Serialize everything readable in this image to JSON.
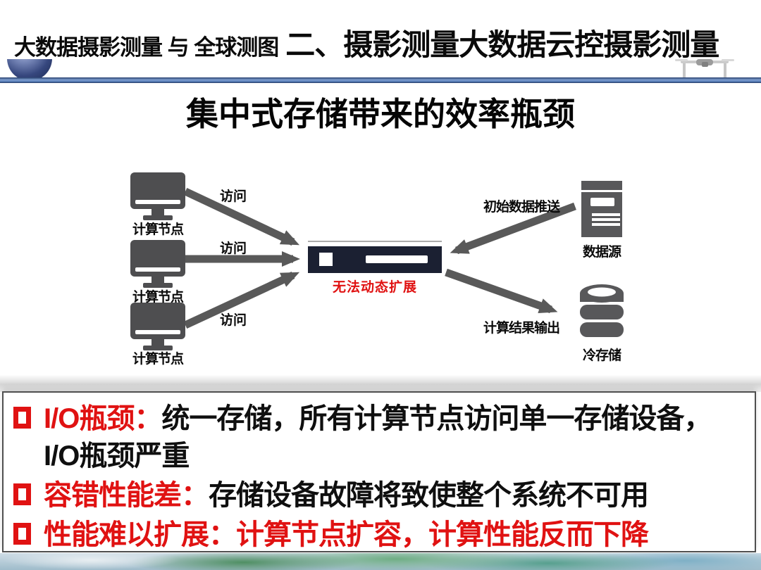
{
  "header": {
    "series_title": "大数据摄影测量 与 全球测图",
    "section_title": "二、摄影测量大数据云控摄影测量"
  },
  "slide": {
    "title": "集中式存储带来的效率瓶颈"
  },
  "diagram": {
    "compute_node_label": "计算节点",
    "access_label": "访问",
    "storage_caption": "无法动态扩展",
    "data_source_label": "数据源",
    "push_arrow_label": "初始数据推送",
    "cold_storage_label": "冷存储",
    "output_arrow_label": "计算结果输出"
  },
  "bullets": [
    {
      "label": "I/O瓶颈：",
      "text": "统一存储，所有计算节点访问单一存储设备，",
      "text2": "I/O瓶颈严重"
    },
    {
      "label": "容错性能差：",
      "text": "存储设备故障将致使整个系统不可用"
    },
    {
      "label": "性能难以扩展：",
      "text": "计算节点扩容，计算性能反而下降"
    }
  ],
  "colors": {
    "accent_red": "#e01212",
    "icon_gray": "#58585a",
    "device_navy": "#1b2032",
    "header_line_blue": "#5b82bd"
  }
}
